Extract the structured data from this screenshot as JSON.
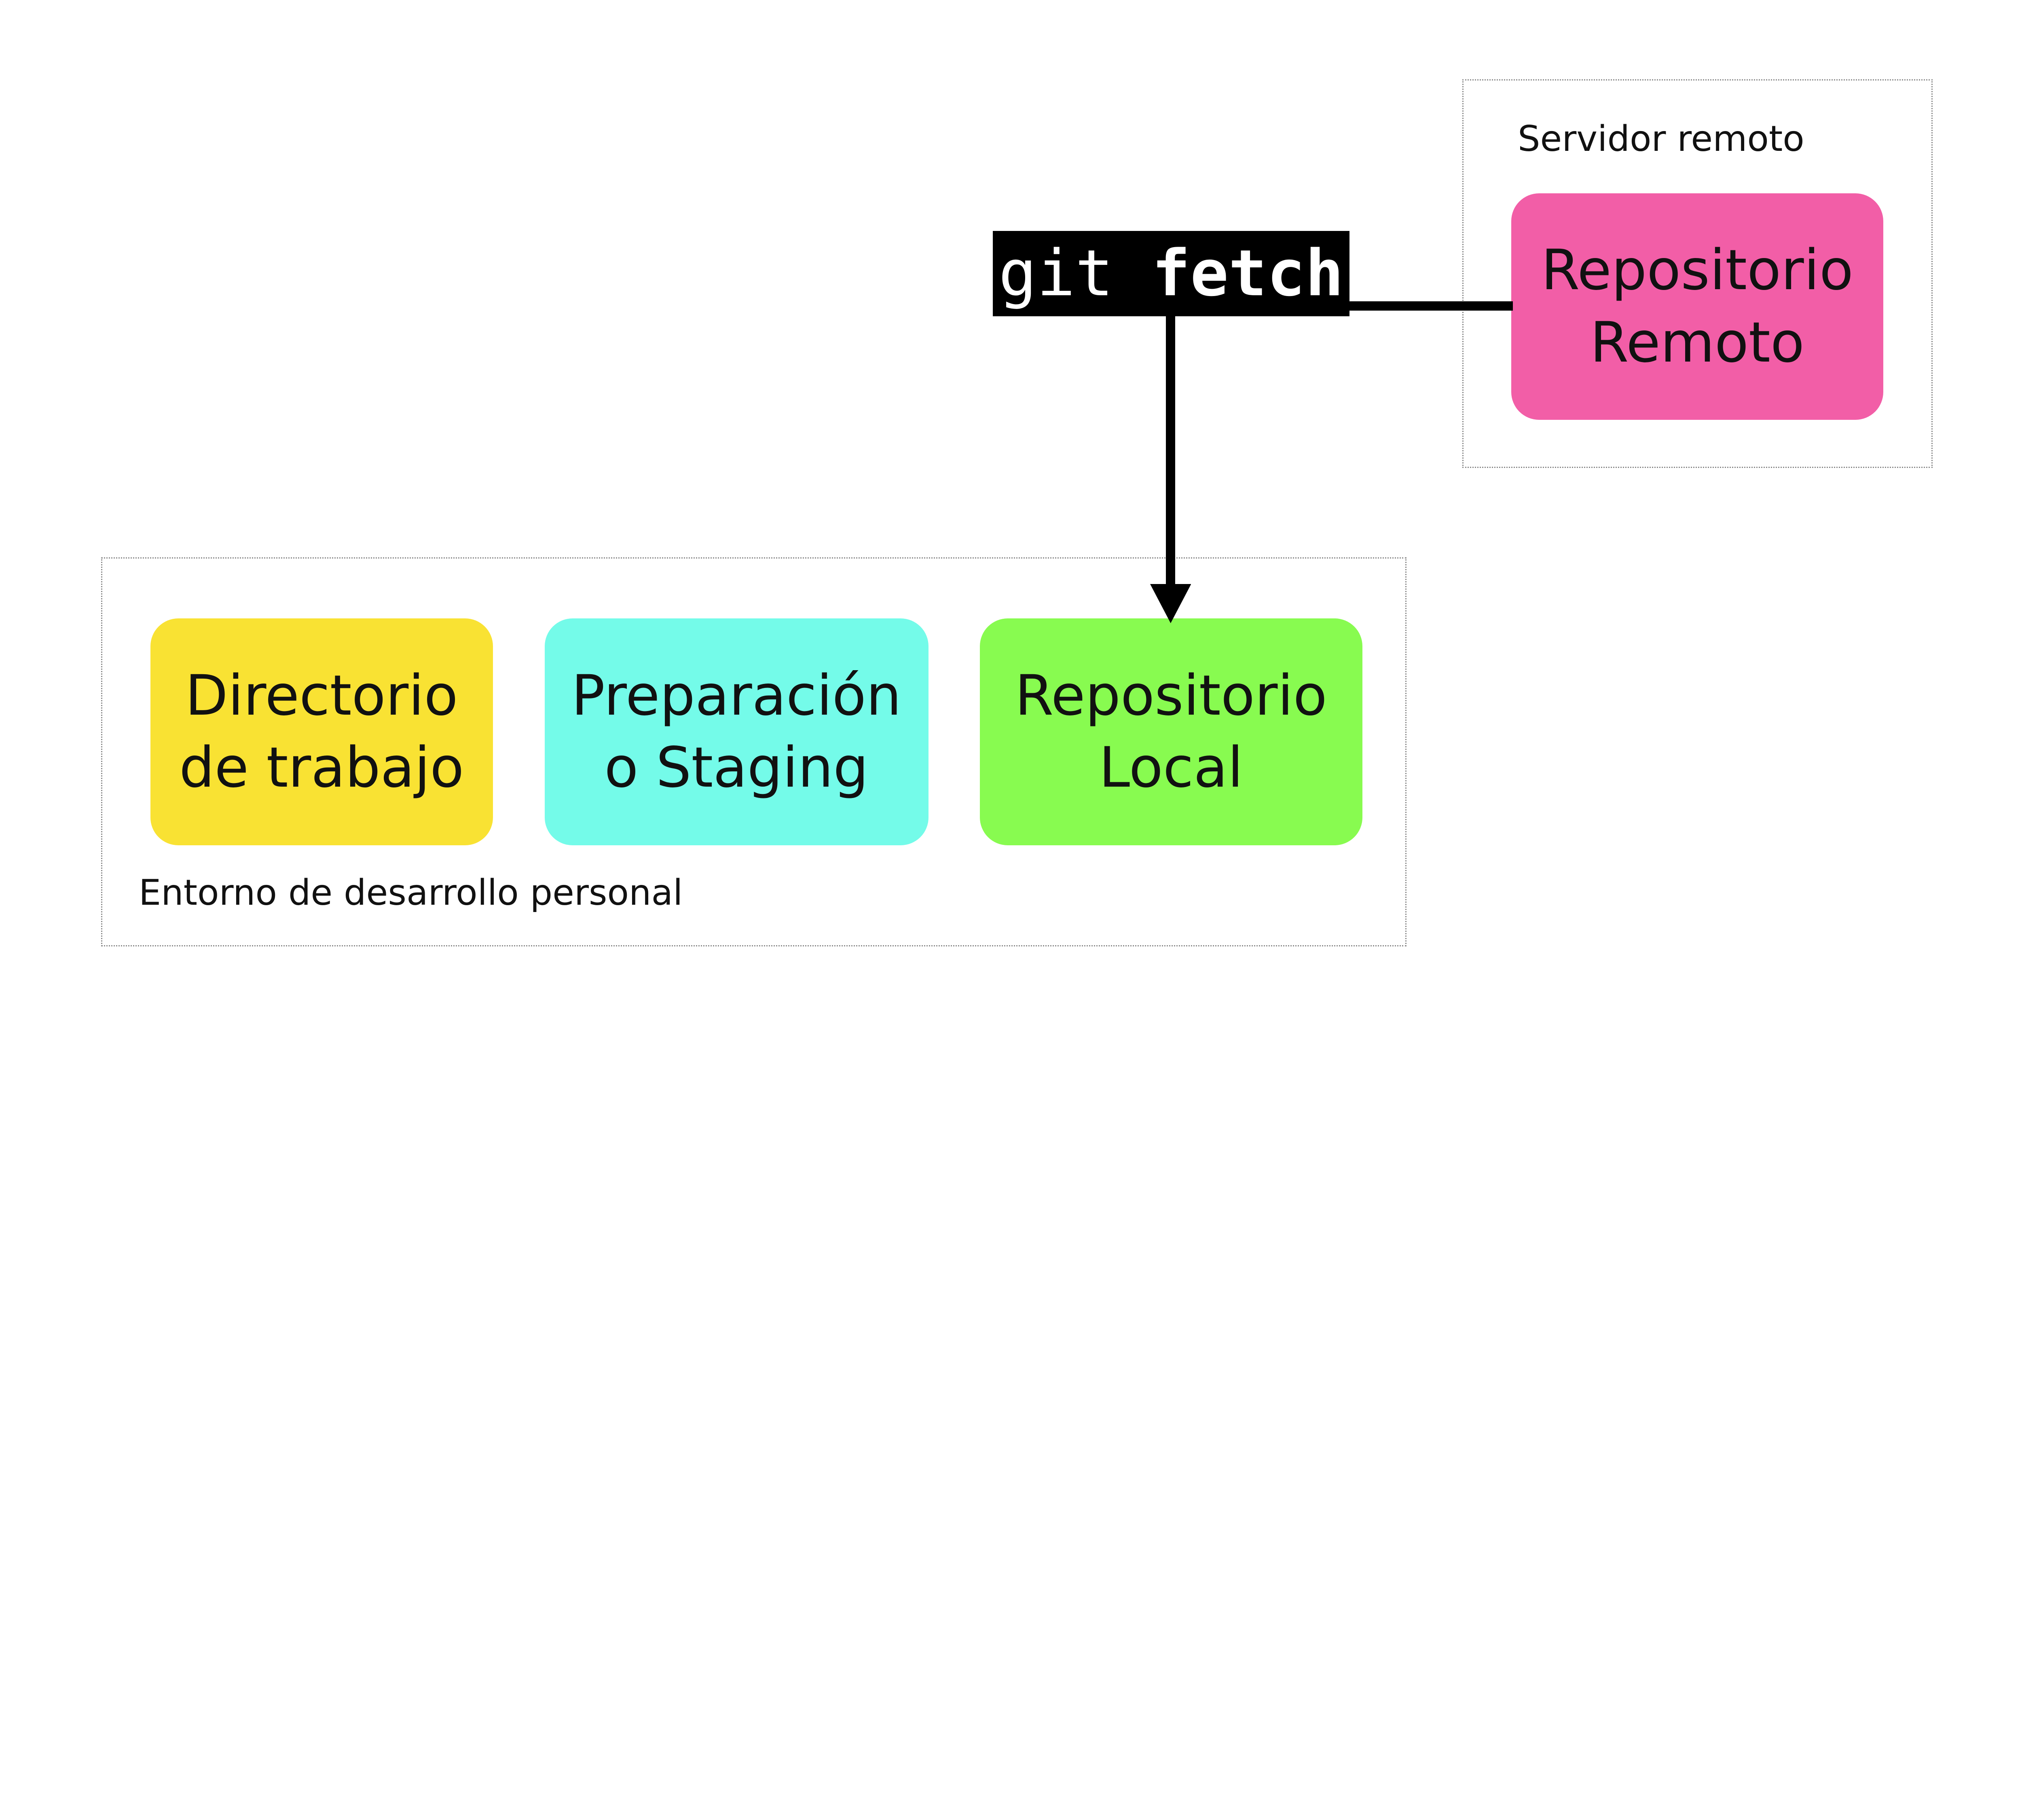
{
  "remote_group": {
    "label": "Servidor remoto"
  },
  "local_group": {
    "label": "Entorno de desarrollo personal"
  },
  "nodes": {
    "working_dir": {
      "line1": "Directorio",
      "line2": "de trabajo",
      "color": "#f9e233"
    },
    "staging": {
      "line1": "Preparación",
      "line2": "o Staging",
      "color": "#74fbe9"
    },
    "local_repo": {
      "line1": "Repositorio",
      "line2": "Local",
      "color": "#88fb50"
    },
    "remote_repo": {
      "line1": "Repositorio",
      "line2": "Remoto",
      "color": "#f25ea7"
    }
  },
  "command": {
    "prefix": "git ",
    "name": "fetch"
  },
  "edge": {
    "from": "remote_repo",
    "to": "local_repo",
    "label": "git fetch"
  }
}
